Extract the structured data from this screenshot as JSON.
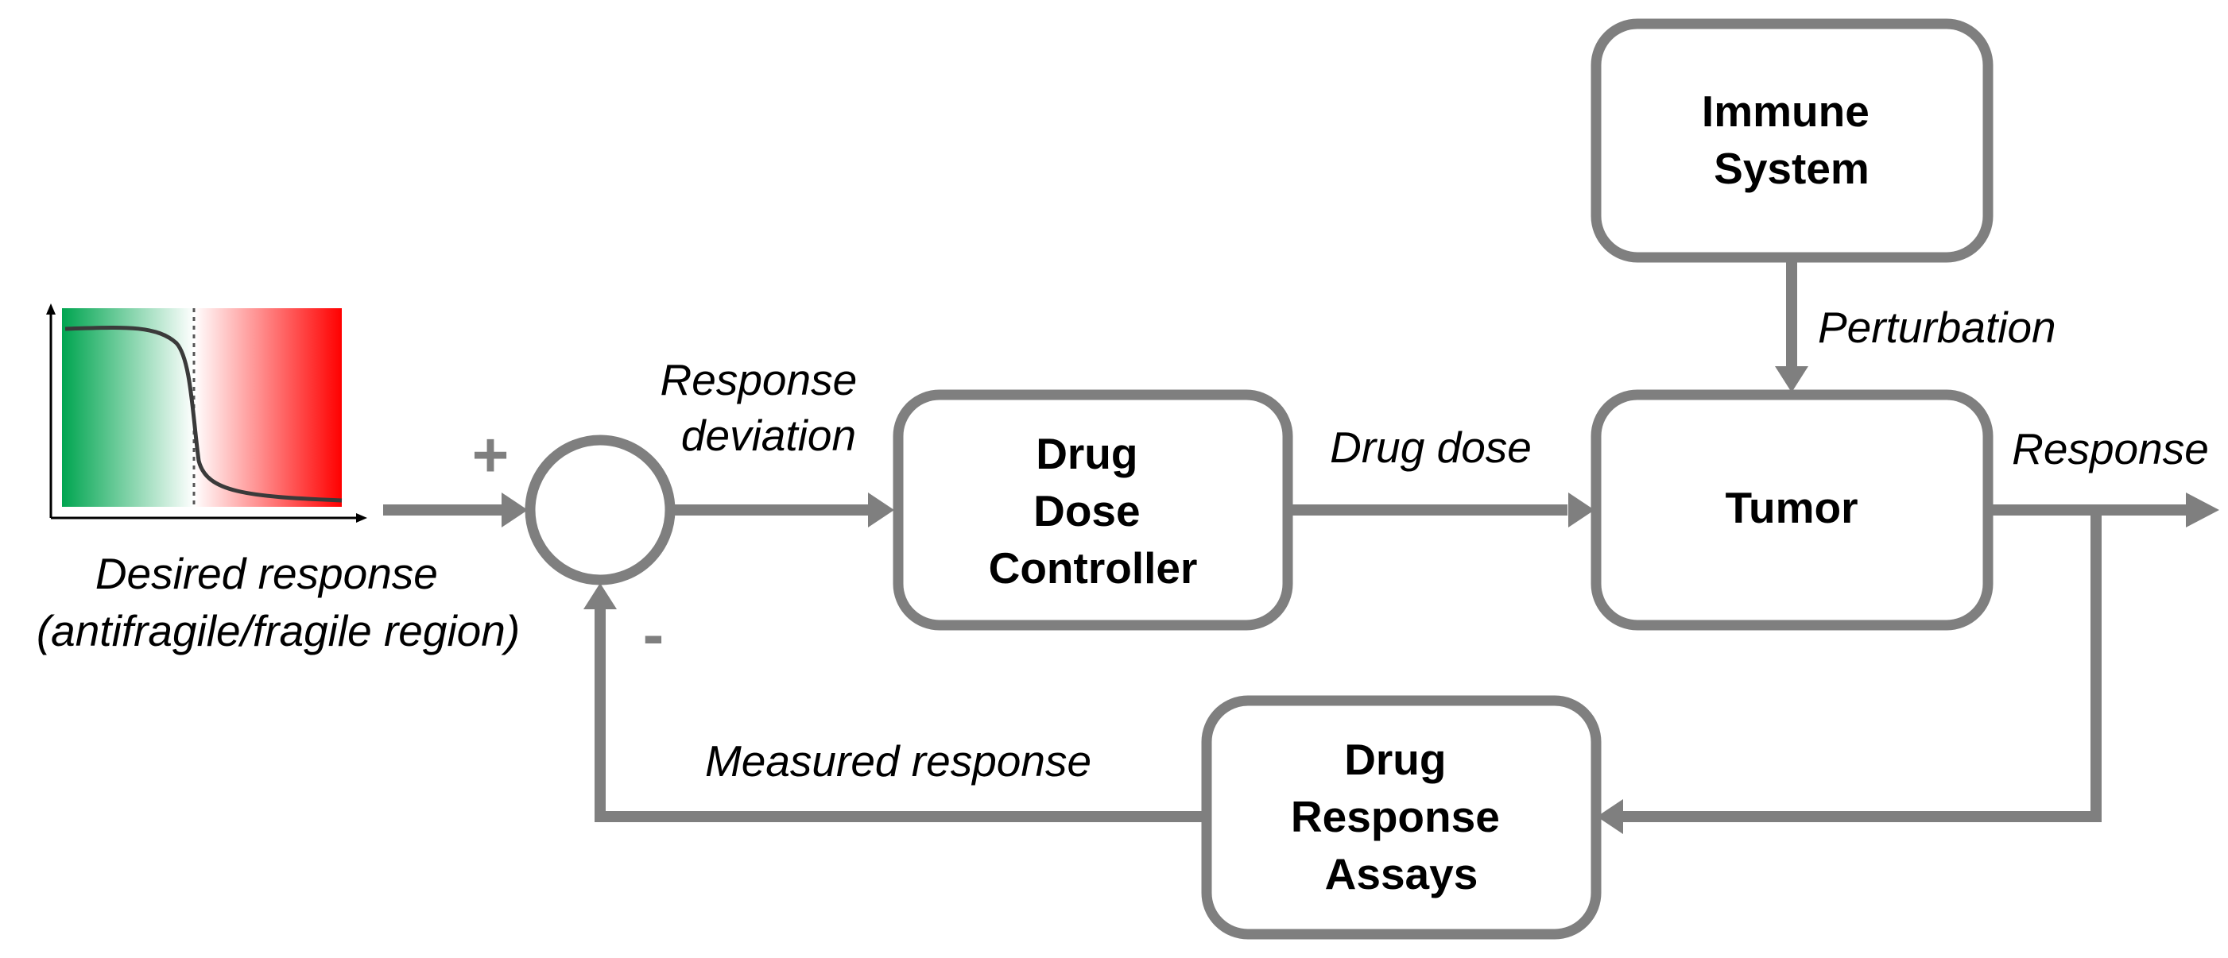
{
  "blocks": {
    "immune_system": [
      "Immune",
      "System"
    ],
    "drug_dose_controller": [
      "Drug",
      "Dose",
      "Controller"
    ],
    "tumor": [
      "Tumor"
    ],
    "drug_response_assays": [
      "Drug",
      "Response",
      "Assays"
    ]
  },
  "signals": {
    "response_deviation": [
      "Response",
      "deviation"
    ],
    "drug_dose": "Drug dose",
    "perturbation": "Perturbation",
    "response": "Response",
    "measured_response": "Measured response",
    "desired_response": [
      "Desired response",
      "(antifragile/fragile region)"
    ]
  },
  "summing_junction": {
    "plus": "+",
    "minus": "-"
  },
  "colors": {
    "line": "#7f7f7f",
    "antifragile": "#00a550",
    "fragile": "#ff0000"
  }
}
